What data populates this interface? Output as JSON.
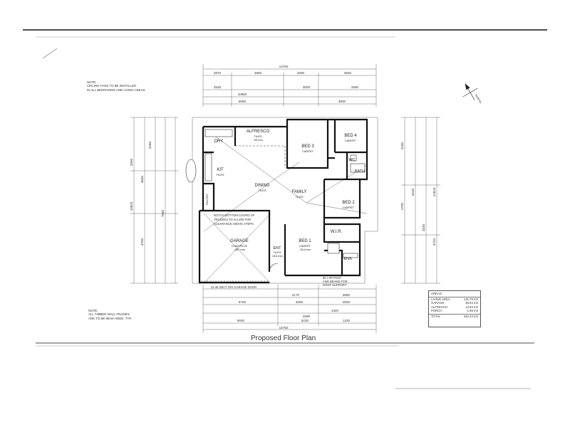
{
  "notes": {
    "top_lines": [
      "NOTE:",
      "CEILING FANS TO BE INSTALLED",
      "IN ALL BEDROOMS AND LIVING AREAS."
    ],
    "bottom_lines": [
      "NOTE:",
      "ALL TIMBER WALL FRAMES",
      "ARE TO BE 90mm WIDE. TYP."
    ],
    "truss_lines": [
      "NOTCH BOTTOM CHORD OF",
      "TRUSSES TO ALLOW FOR",
      "CLEARANCE ABOVE STEPS"
    ],
    "post_lines": [
      "90 x 90 POST",
      "AND BEAMS FOR",
      "ROOF SUPPORT"
    ],
    "garage_door": "22-46 SECT O/H GARAGE DOOR"
  },
  "title": "Proposed Floor Plan",
  "north": "NORTH",
  "areas": {
    "header": "AREAS:",
    "rows": [
      {
        "name": "LIVING AREA",
        "value": "131.79 m2"
      },
      {
        "name": "GARAGE",
        "value": "35.84 m2"
      },
      {
        "name": "ALFRESCO",
        "value": "14.83 m2"
      },
      {
        "name": "PORCH",
        "value": "1.98 m2"
      }
    ],
    "total": {
      "name": "TOTAL",
      "value": "184.43 m2"
    }
  },
  "rooms": {
    "alfresco": {
      "name": "ALFRESCO",
      "floor": "TILES",
      "level": "-95 mm"
    },
    "dry": {
      "name": "DRY"
    },
    "bed3": {
      "name": "BED 3",
      "floor": "CARPET"
    },
    "bed4": {
      "name": "BED 4",
      "floor": "CARPET"
    },
    "kit": {
      "name": "KIT",
      "floor": "TILES"
    },
    "dining": {
      "name": "DINING",
      "floor": "TILES"
    },
    "family": {
      "name": "FAMILY",
      "floor": "TILES"
    },
    "wc": {
      "name": "WC"
    },
    "bath": {
      "name": "BATH"
    },
    "bed2": {
      "name": "BED 2",
      "floor": "CARPET"
    },
    "pantry": {
      "name": "PANTRY"
    },
    "garage": {
      "name": "GARAGE",
      "floor": "CONCRETE",
      "level": "-657 mm"
    },
    "ent": {
      "name": "ENT",
      "floor": "TILES",
      "level": "-516 mm"
    },
    "bed1": {
      "name": "BED 1",
      "floor": "CARPET",
      "level": "-514 mm"
    },
    "wir": {
      "name": "W.I.R."
    },
    "ens": {
      "name": "ENS"
    }
  },
  "dims": {
    "top1": "14750",
    "top2": [
      "2870",
      "4850",
      "3300",
      "3940"
    ],
    "top3": [
      "2530",
      "3000",
      "2560"
    ],
    "top4": "10580",
    "top5": [
      "6060",
      "3800"
    ],
    "bottom1": [
      "4170",
      "3680"
    ],
    "bottom2": [
      "5700",
      "3300",
      "2800"
    ],
    "bottom3": [
      "3390",
      "1340"
    ],
    "bottom4": [
      "9040",
      "5230",
      "1320"
    ],
    "bottom5": "14750",
    "left": [
      "3260",
      "4640",
      "7830",
      "4700",
      "3350",
      "10620"
    ],
    "right": [
      "3180",
      "4020",
      "2700",
      "3330",
      "3720",
      "12620"
    ]
  }
}
